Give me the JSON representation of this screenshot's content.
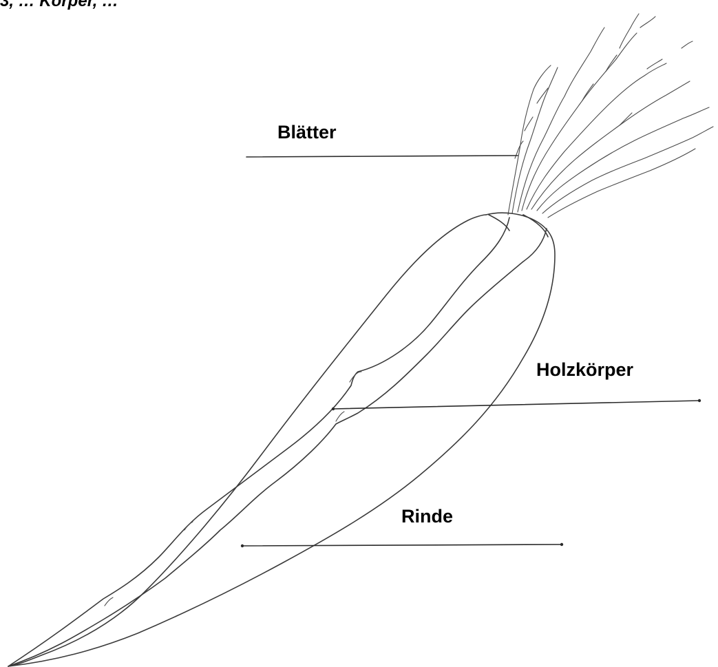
{
  "header_fragment": "3, … Körper, …",
  "labels": {
    "leaves": "Blätter",
    "xylem": "Holzkörper",
    "cortex": "Rinde"
  },
  "colors": {
    "ink": "#3a3a3a",
    "text": "#000000",
    "background": "#ffffff"
  }
}
